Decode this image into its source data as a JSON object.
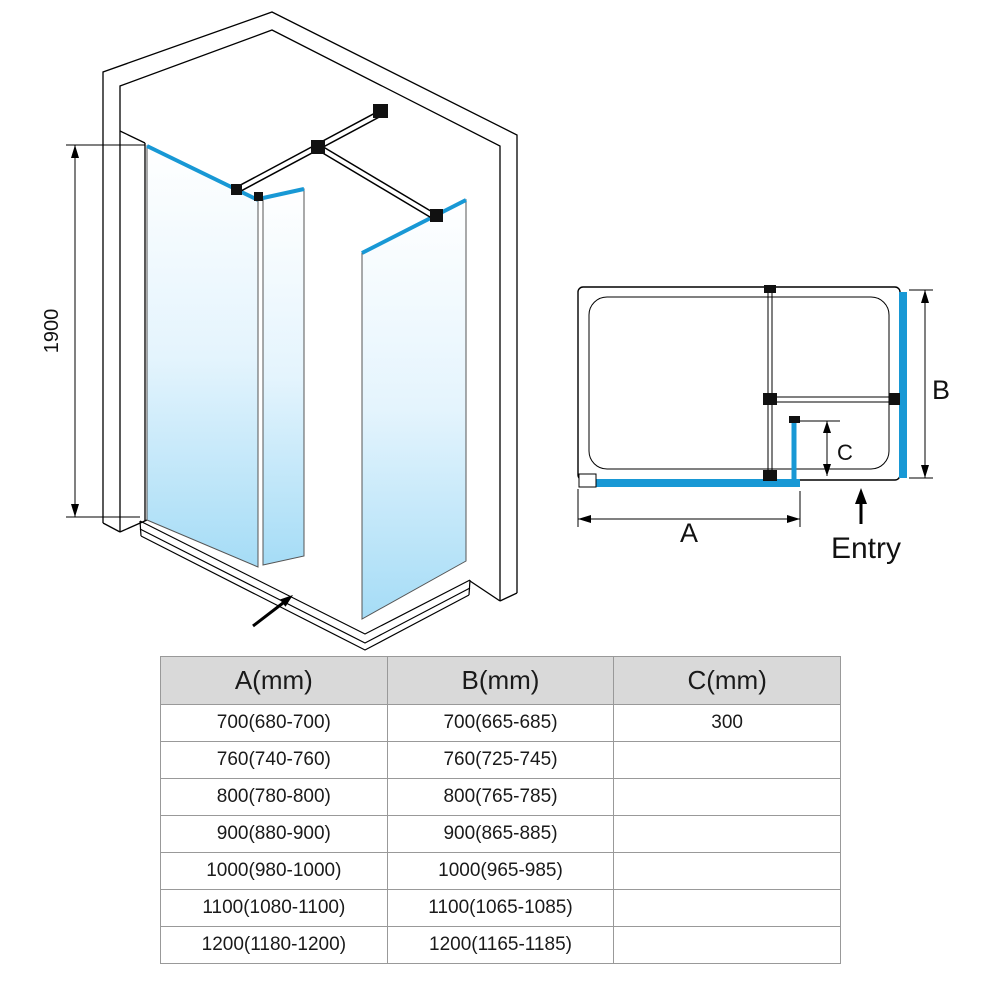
{
  "iso_view": {
    "height_dim": "1900"
  },
  "plan_view": {
    "dim_a": "A",
    "dim_b": "B",
    "dim_c": "C",
    "entry_label": "Entry"
  },
  "table": {
    "headers": [
      "A(mm)",
      "B(mm)",
      "C(mm)"
    ],
    "rows": [
      [
        "700(680-700)",
        "700(665-685)",
        "300"
      ],
      [
        "760(740-760)",
        "760(725-745)",
        ""
      ],
      [
        "800(780-800)",
        "800(765-785)",
        ""
      ],
      [
        "900(880-900)",
        "900(865-885)",
        ""
      ],
      [
        "1000(980-1000)",
        "1000(965-985)",
        ""
      ],
      [
        "1100(1080-1100)",
        "1100(1065-1085)",
        ""
      ],
      [
        "1200(1180-1200)",
        "1200(1165-1185)",
        ""
      ]
    ]
  },
  "colors": {
    "glass_blue": "#1898d5",
    "table_header_bg": "#d9d9d9",
    "line_black": "#000000"
  }
}
